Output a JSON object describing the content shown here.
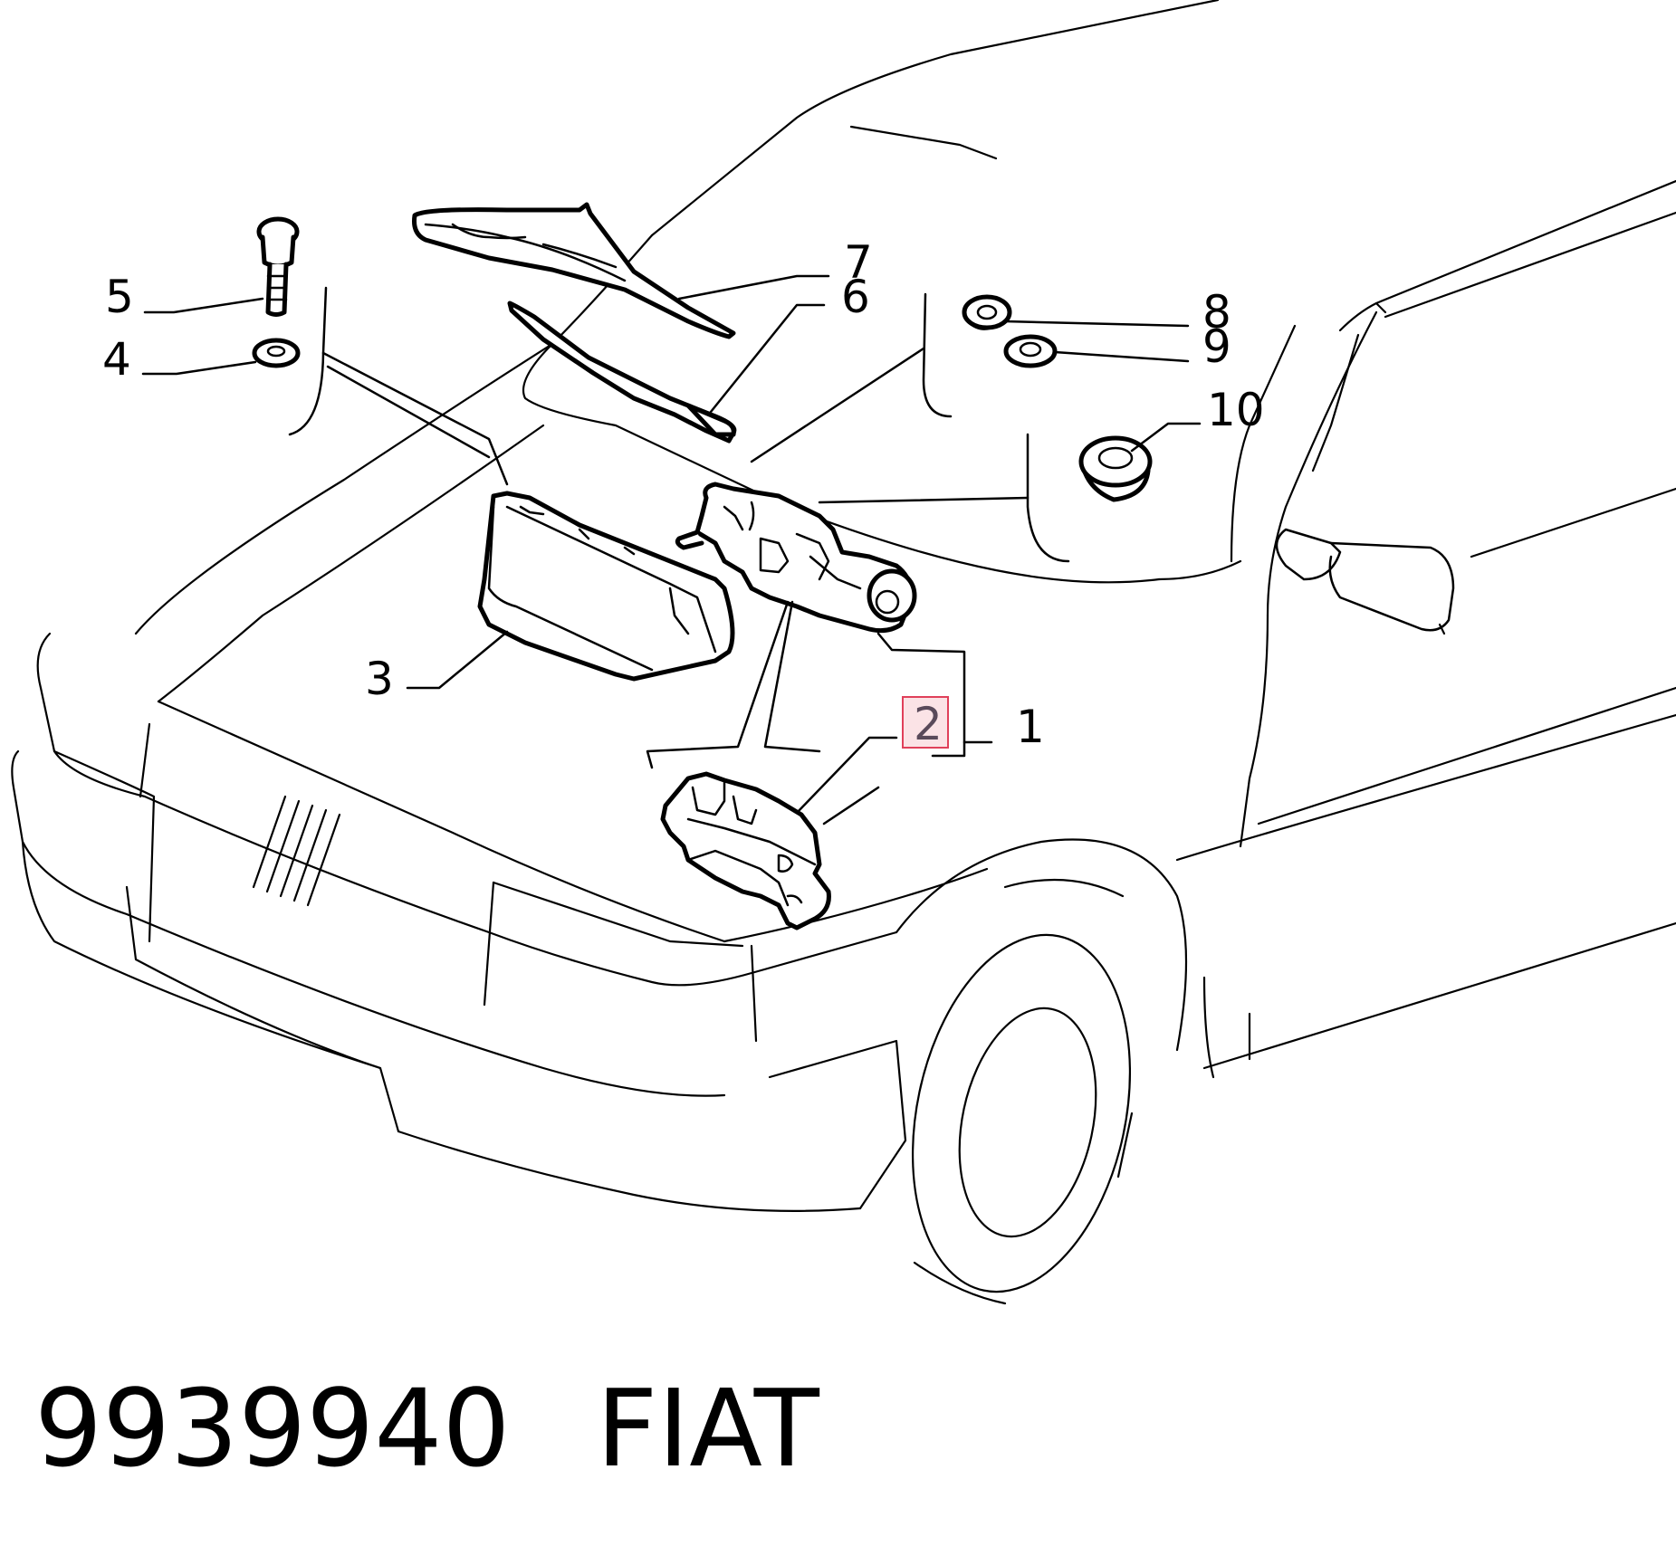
{
  "callouts": {
    "c1": "1",
    "c2": "2",
    "c3": "3",
    "c4": "4",
    "c5": "5",
    "c6": "6",
    "c7": "7",
    "c8": "8",
    "c9": "9",
    "c10": "10"
  },
  "highlighted_callout": "2",
  "highlight_color": "#e0405a",
  "footer": {
    "part_number": "9939940",
    "brand": "FIAT"
  }
}
